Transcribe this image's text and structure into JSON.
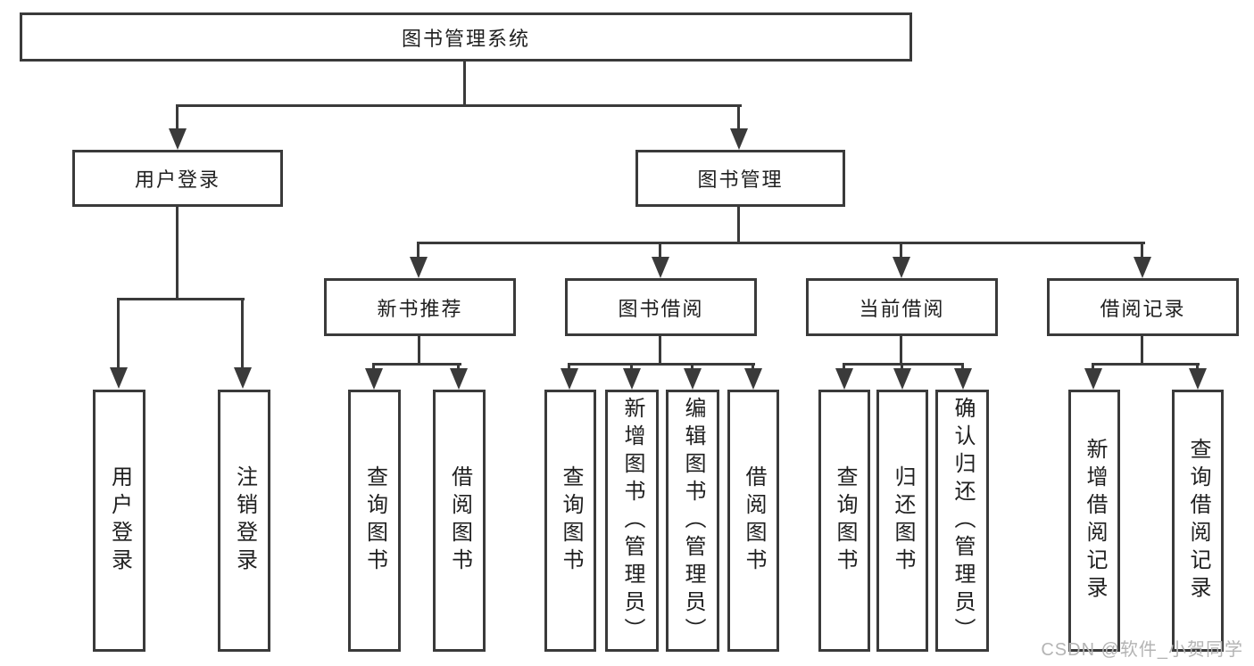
{
  "title_node": "图书管理系统",
  "branches": {
    "user_login": {
      "label": "用户登录",
      "children": [
        "用户登录",
        "注销登录"
      ]
    },
    "book_management": {
      "label": "图书管理",
      "groups": [
        {
          "label": "新书推荐",
          "children": [
            "查询图书",
            "借阅图书"
          ]
        },
        {
          "label": "图书借阅",
          "children": [
            "查询图书",
            "新增图书（管理员）",
            "编辑图书（管理员）",
            "借阅图书"
          ]
        },
        {
          "label": "当前借阅",
          "children": [
            "查询图书",
            "归还图书",
            "确认归还（管理员）"
          ]
        },
        {
          "label": "借阅记录",
          "children": [
            "新增借阅记录",
            "查询借阅记录"
          ]
        }
      ]
    }
  },
  "watermark": "CSDN @软件_小贺同学",
  "colors": {
    "line": "#3a3a3a",
    "text": "#1f1f1f",
    "watermark": "#b4b4b4",
    "bg": "#ffffff"
  }
}
